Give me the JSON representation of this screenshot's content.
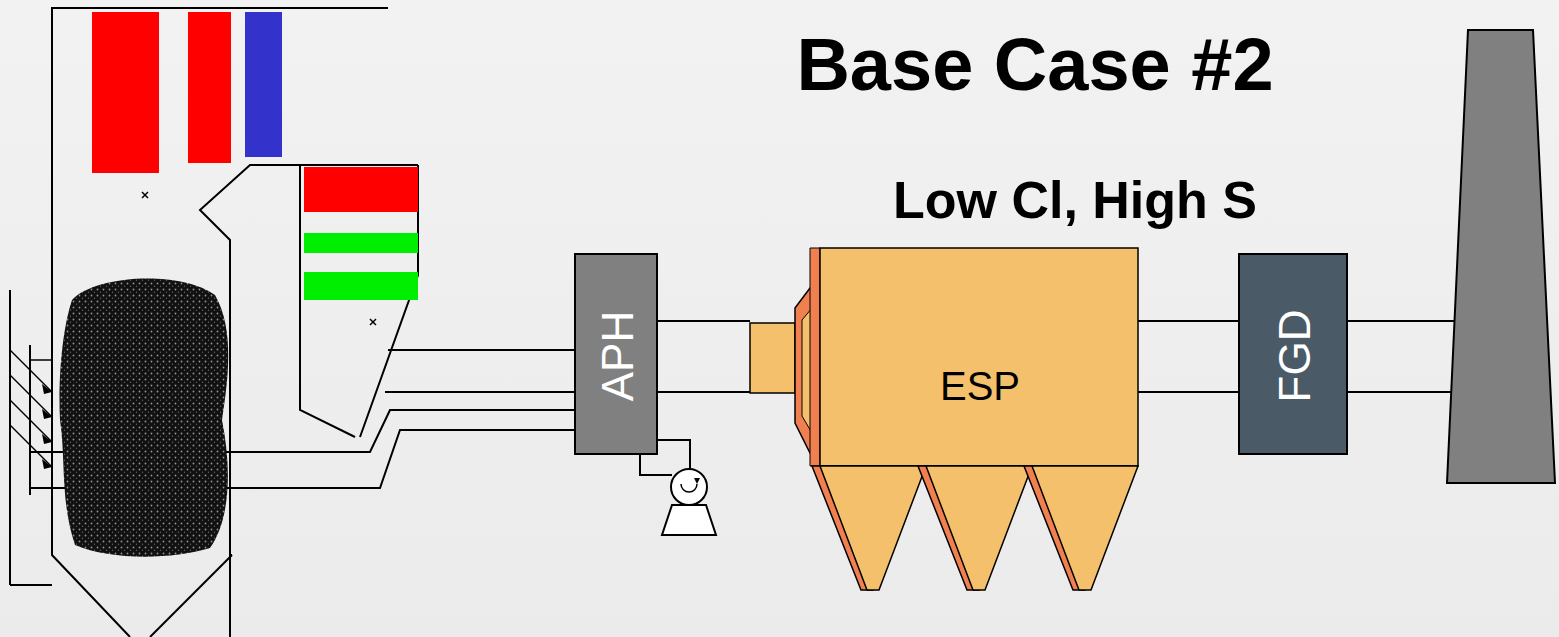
{
  "diagram": {
    "title": "Base Case #2",
    "nodes": [
      {
        "text": [
          "APH"
        ]
      },
      {
        "text": [
          "ESP"
        ]
      },
      {
        "text": [
          "FGD"
        ]
      }
    ],
    "edges": [
      {
        "from": 0,
        "to": 1,
        "arrow": "none"
      },
      {
        "from": 1,
        "to": 2,
        "arrow": "none"
      }
    ],
    "labels": [
      "Low Cl, High S"
    ]
  }
}
